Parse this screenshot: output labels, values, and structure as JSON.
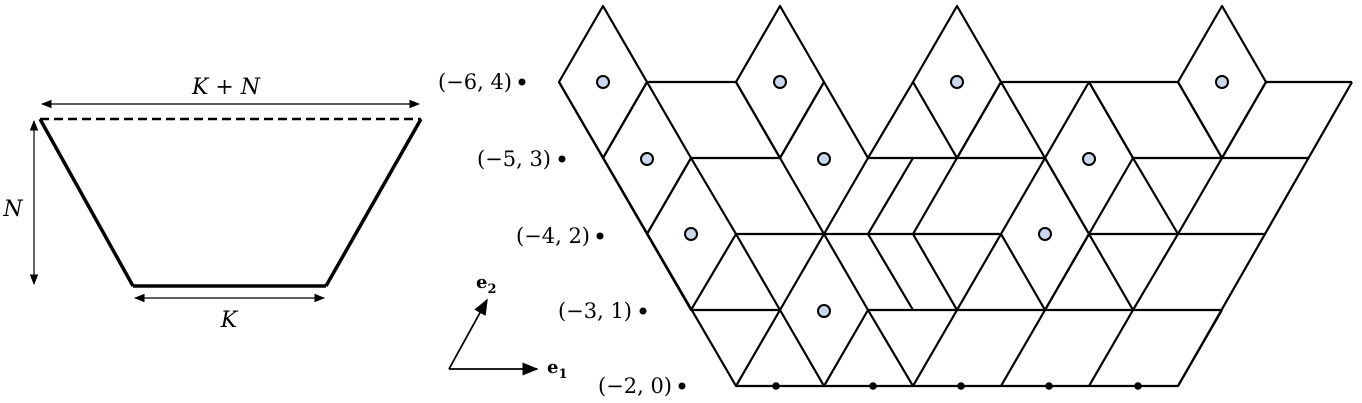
{
  "trapezoid": {
    "top_label": "K + N",
    "left_label": "N",
    "bottom_label": "K"
  },
  "axes": {
    "e1_label": "e",
    "e1_sub": "1",
    "e2_label": "e",
    "e2_sub": "2"
  },
  "row_labels": [
    {
      "text": "(−6, 4)"
    },
    {
      "text": "(−5, 3)"
    },
    {
      "text": "(−4, 2)"
    },
    {
      "text": "(−3, 1)"
    },
    {
      "text": "(−2, 0)"
    }
  ],
  "colors": {
    "line": "#000000",
    "marker_fill": "#c9d8ec"
  }
}
